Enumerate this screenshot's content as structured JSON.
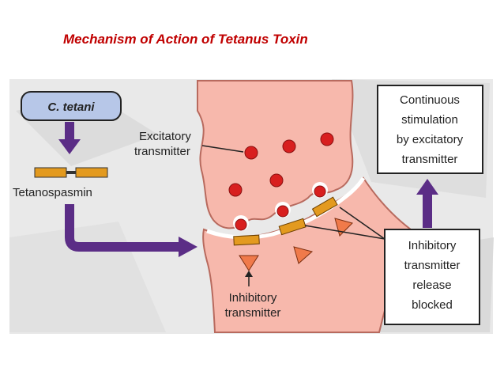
{
  "title": "Mechanism of Action of Tetanus Toxin",
  "labels": {
    "organism": "C. tetani",
    "toxin": "Tetanospasmin",
    "excitatory_line1": "Excitatory",
    "excitatory_line2": "transmitter",
    "inhibitory_line1": "Inhibitory",
    "inhibitory_line2": "transmitter",
    "result_line1": "Continuous",
    "result_line2": "stimulation",
    "result_line3": "by excitatory",
    "result_line4": "transmitter",
    "blocked_line1": "Inhibitory",
    "blocked_line2": "transmitter",
    "blocked_line3": "release",
    "blocked_line4": "blocked"
  },
  "colors": {
    "title": "#c00000",
    "background_texture": "#e6e6e6",
    "neuron": "#f7b8ac",
    "neuron_stroke": "#b86a5e",
    "vesicle": "#d81f1f",
    "toxin_block": "#e39a1f",
    "arrow": "#5b2d86",
    "inhibitory_triangle": "#f07a4a",
    "box_fill": "#ffffff",
    "organism_box": "#b7c7e8"
  }
}
